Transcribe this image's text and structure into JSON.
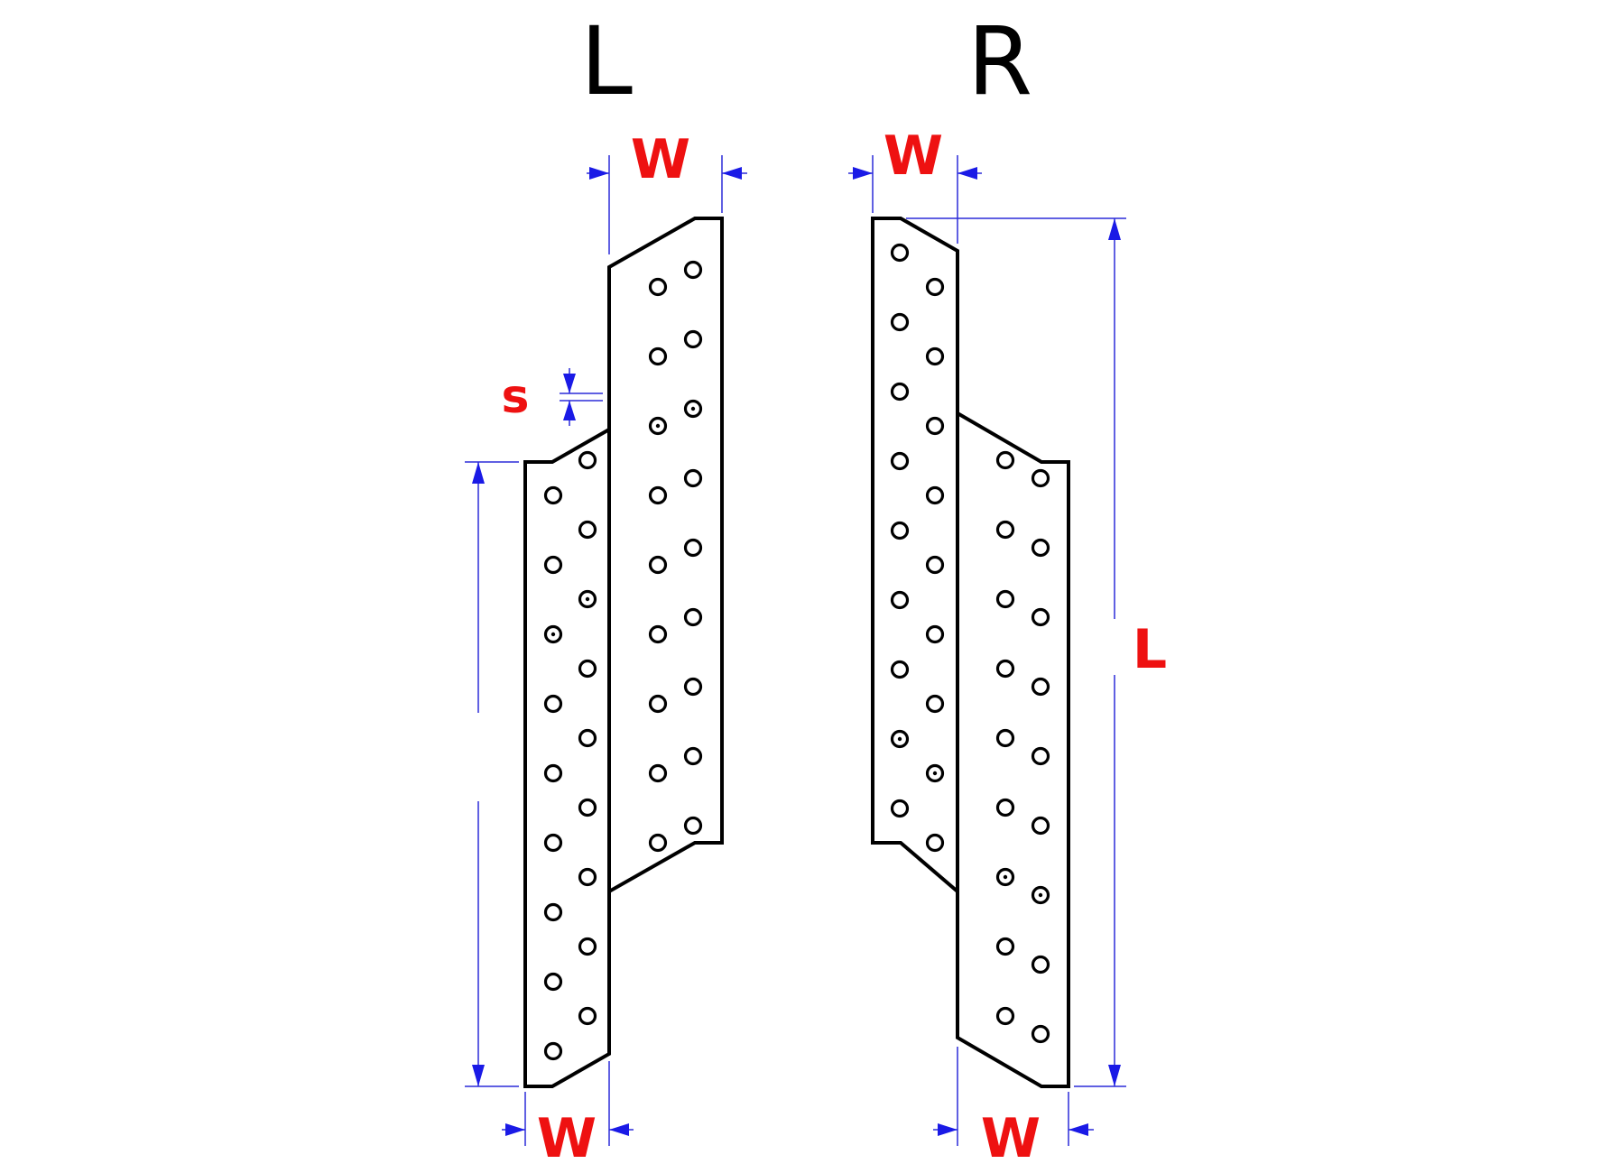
{
  "labels": {
    "left_heading": "L",
    "right_heading": "R",
    "width_symbol": "W",
    "gap_symbol": "s",
    "length_symbol": "L"
  },
  "colors": {
    "outline": "#000000",
    "dimension_line": "#2b2bd9",
    "dimension_label": "#ee1111"
  }
}
